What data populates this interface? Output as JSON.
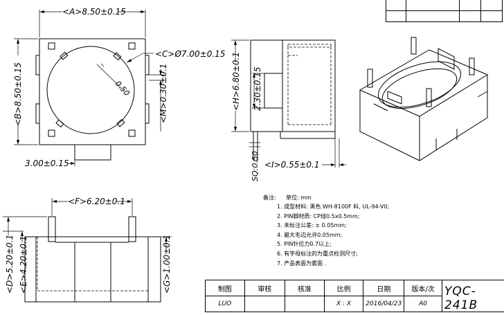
{
  "dimensions": {
    "a": "<A>8.50±0.15",
    "b": "<B>8.50±0.15",
    "c": "<C>Ø7.00±0.15",
    "r": "0.50",
    "m": "<M>0.30±0.1",
    "pin_offset": "3.00±0.15",
    "h": "<H>6.80±0.1",
    "base_h": "2.30±0.15",
    "sq": "SQ:0.50",
    "i": "<I>0.55±0.1",
    "f": "<F>6.20±0.1",
    "d": "<D>5.20±0.1",
    "e": "<E>4.20±0.1",
    "g": "<G>1.00±0.1"
  },
  "notes": {
    "title": "备注:",
    "unit": "单位: mm",
    "items": [
      "1. 成型材料: 黑色 WH-8100F 料, UL-94-V0;",
      "2. PIN脚材质: CP线0.5x0.5mm;",
      "3. 未标注公差: ± 0.05mm;",
      "4. 最大毛边允许0.05mm;",
      "5. PIN针拉力0.7以上;",
      "6. 有字母标注的为重点检测尺寸;",
      "7. 产品表面为雾面 ."
    ]
  },
  "titleblock": {
    "headers": [
      "制图",
      "审核",
      "核准",
      "比例",
      "日期",
      "版本/次"
    ],
    "values": [
      "LUO",
      "",
      "",
      "X : X",
      "2016/04/23",
      "A0"
    ],
    "part_number": "YQC-241B"
  }
}
